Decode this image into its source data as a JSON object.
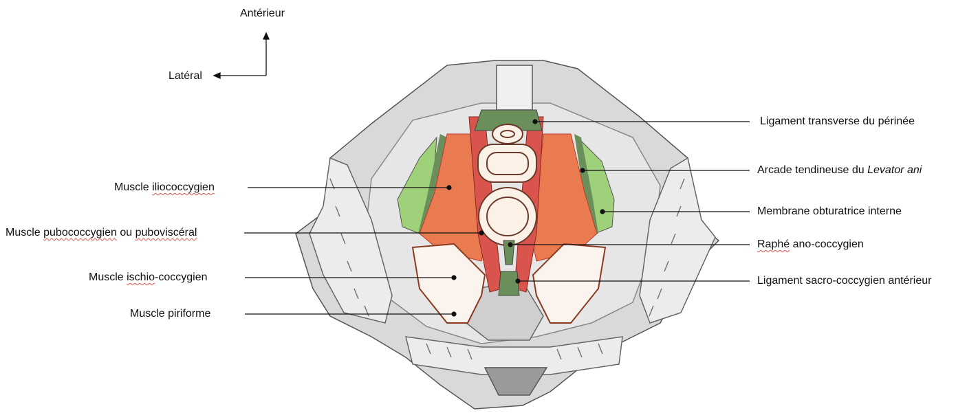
{
  "orientation": {
    "anterior": "Antérieur",
    "lateral": "Latéral"
  },
  "labels_left": {
    "iliococcygien": {
      "prefix": "Muscle ",
      "term": "iliococcygien"
    },
    "pubococcygien": {
      "prefix": "Muscle ",
      "term": "pubococcygien",
      "middle": " ou ",
      "term2": "puboviscéral"
    },
    "ischio": {
      "prefix": "Muscle ",
      "term": "ischio",
      "suffix": "-coccygien"
    },
    "piriforme": "Muscle piriforme"
  },
  "labels_right": {
    "ligament_transverse": "Ligament transverse du périnée",
    "arcade_prefix": "Arcade tendineuse du ",
    "arcade_italic": "Levator ani",
    "membrane": "Membrane obturatrice interne",
    "raphe_term": "Raphé",
    "raphe_suffix": " ano-coccygien",
    "ligament_sacro": "Ligament sacro-coccygien antérieur"
  },
  "colors": {
    "bone": "#d9d9d9",
    "bone_outline": "#555555",
    "muscle_red": "#d9544c",
    "muscle_orange": "#ea7a50",
    "ligament_green": "#6b8f5a",
    "membrane_green": "#9fd07a",
    "piriforme_outline": "#8b3a20"
  }
}
